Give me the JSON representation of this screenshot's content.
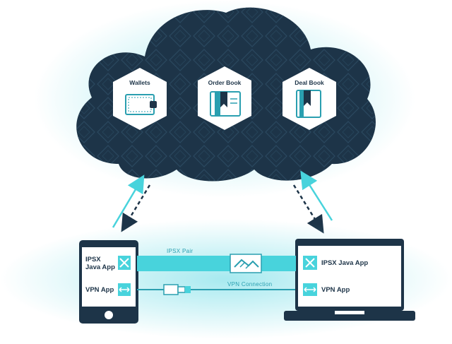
{
  "cloud": {
    "services": [
      {
        "label": "Wallets",
        "icon": "wallet-icon"
      },
      {
        "label": "Order Book",
        "icon": "book-icon"
      },
      {
        "label": "Deal Book",
        "icon": "book-icon"
      }
    ]
  },
  "phone": {
    "apps": [
      {
        "label": "IPSX\nJava App",
        "icon": "ipsx-logo-icon"
      },
      {
        "label": "VPN App",
        "icon": "vpn-arrows-icon"
      }
    ]
  },
  "laptop": {
    "apps": [
      {
        "label": "IPSX Java App",
        "icon": "ipsx-logo-icon"
      },
      {
        "label": "VPN App",
        "icon": "vpn-arrows-icon"
      }
    ]
  },
  "links": {
    "pair_label": "IPSX Pair",
    "vpn_label": "VPN Connection"
  },
  "colors": {
    "navy": "#1d3448",
    "teal": "#48d3dc",
    "dark_teal": "#2a9fb0",
    "white": "#ffffff"
  }
}
